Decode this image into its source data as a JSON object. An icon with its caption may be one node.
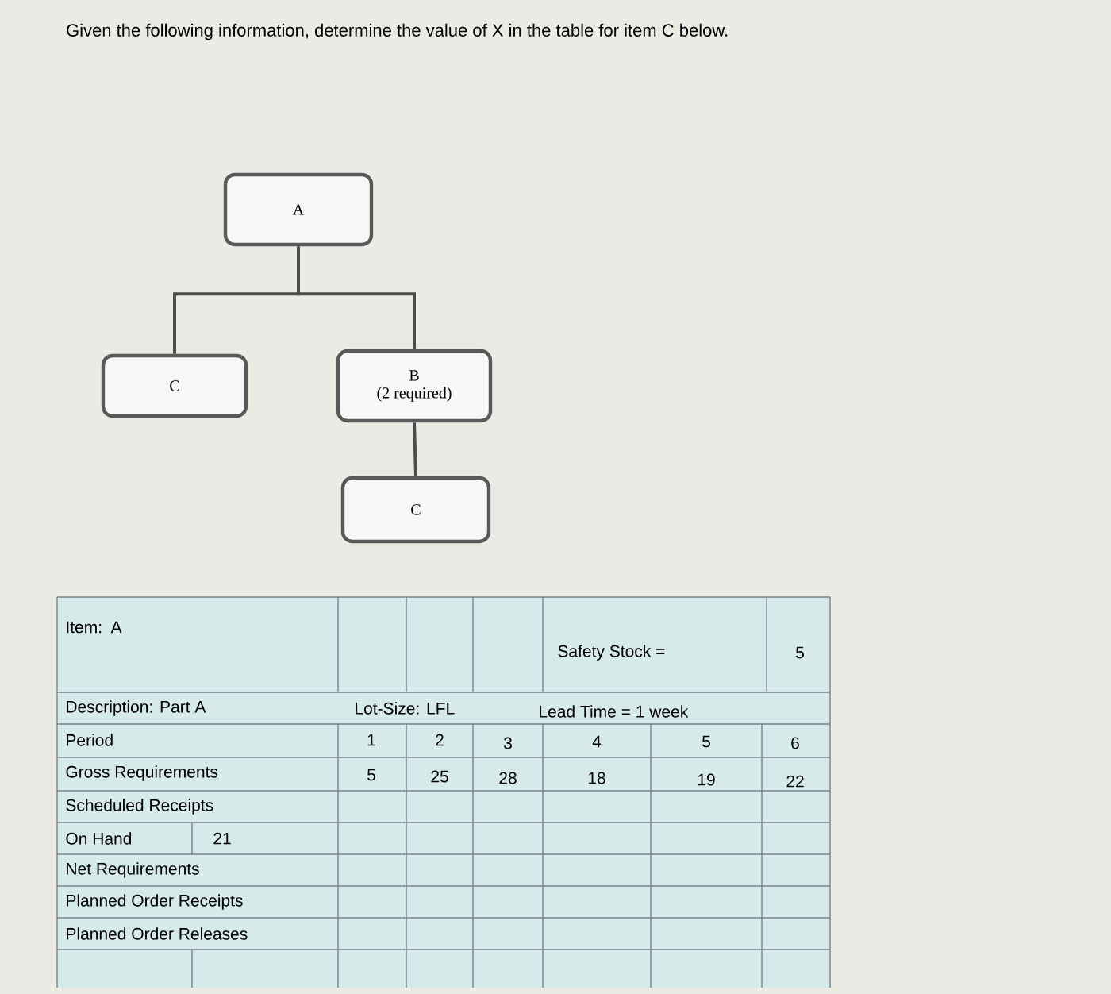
{
  "diagram": {
    "title": "Given the following information, determine the value of X in the table for item C below.",
    "nodes": [
      {
        "text": [
          "A"
        ]
      },
      {
        "text": [
          "C"
        ]
      },
      {
        "text": [
          "B",
          "(2 required)"
        ]
      },
      {
        "text": [
          "C"
        ]
      }
    ],
    "edges": [
      {
        "from": 0,
        "to": 1,
        "arrow": "none"
      },
      {
        "from": 0,
        "to": 2,
        "arrow": "none"
      },
      {
        "from": 2,
        "to": 3,
        "arrow": "none"
      }
    ],
    "labels": [
      "Item: A",
      "Safety Stock =",
      "5",
      "Description: Part A",
      "Lot-Size: LFL",
      "Lead Time = 1 week",
      "Period",
      "1",
      "2",
      "3",
      "4",
      "5",
      "6",
      "Gross Requirements",
      "5",
      "25",
      "28",
      "18",
      "19",
      "22",
      "Scheduled Receipts",
      "On Hand",
      "21",
      "Net Requirements",
      "Planned Order Receipts",
      "Planned Order Releases"
    ]
  }
}
